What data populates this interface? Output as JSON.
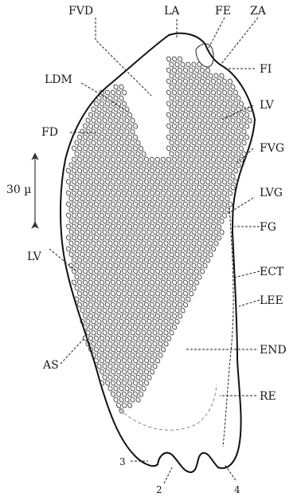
{
  "diagram": {
    "labels": {
      "FVD": "FVD",
      "LA": "LA",
      "FE": "FE",
      "ZA": "ZA",
      "FI": "FI",
      "LDM": "LDM",
      "LV_top": "LV",
      "FD": "FD",
      "FVG": "FVG",
      "LVG": "LVG",
      "FG": "FG",
      "ECT": "ECT",
      "LEE": "LEE",
      "END": "END",
      "RE": "RE",
      "LV_bottom": "LV",
      "AS": "AS",
      "n3": "3",
      "n2": "2",
      "n4": "4"
    },
    "scale_label": "30 µ"
  }
}
